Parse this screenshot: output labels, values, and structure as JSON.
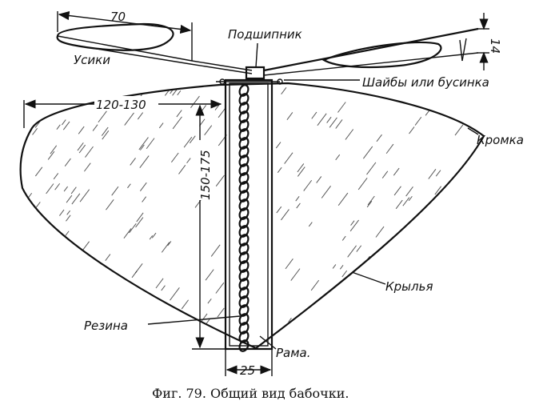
{
  "labels": {
    "propeller_length": "70",
    "bearing": "Подшипник",
    "blade_height": "14",
    "propeller": "Усики",
    "washers": "Шайбы или бусинка",
    "wing_width": "120-130",
    "edge": "Кромка",
    "frame_height": "150-175",
    "wings": "Крылья",
    "rubber": "Резина",
    "frame": "Рама.",
    "frame_width": "25"
  },
  "caption": "Фиг. 79. Общий вид бабочки."
}
